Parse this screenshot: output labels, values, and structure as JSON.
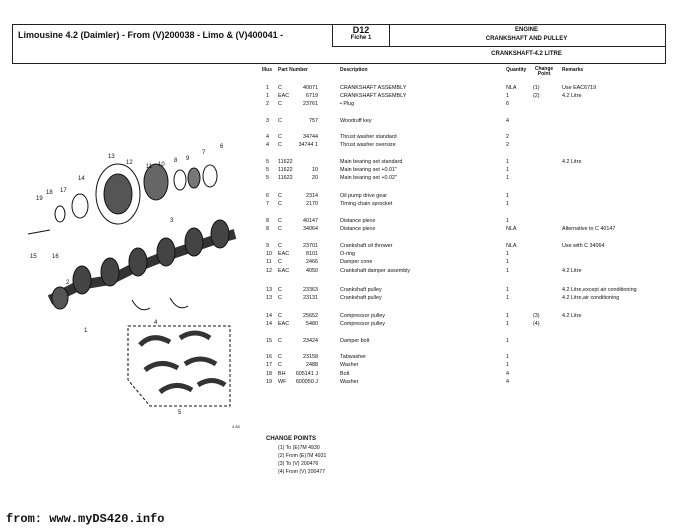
{
  "header": {
    "title": "Limousine 4.2 (Daimler) - From (V)200038 - Limo & (V)400041 -",
    "code": "D12",
    "fiche": "Fiche 1",
    "section": "ENGINE",
    "group": "CRANKSHAFT AND PULLEY",
    "subtitle": "CRANKSHAFT-4.2 LITRE"
  },
  "columns": {
    "illus": "Illus",
    "part_number": "Part Number",
    "description": "Description",
    "quantity": "Quantity",
    "change_point": "Change Point",
    "remarks": "Remarks"
  },
  "rows": [
    {
      "illus": "1",
      "pfx": "C",
      "num": "40071",
      "desc": "CRANKSHAFT ASSEMBLY",
      "qty": "NLA",
      "cp": "(1)",
      "rem": "Use EAC6719"
    },
    {
      "illus": "1",
      "pfx": "EAC",
      "num": "6719",
      "desc": "CRANKSHAFT ASSEMBLY",
      "qty": "1",
      "cp": "(2)",
      "rem": "4.2 Litre"
    },
    {
      "illus": "2",
      "pfx": "C",
      "num": "23761",
      "desc": "• Plug",
      "qty": "6",
      "cp": "",
      "rem": ""
    },
    {
      "illus": "3",
      "pfx": "C",
      "num": "757",
      "desc": "Woodruff key",
      "qty": "4",
      "cp": "",
      "rem": ""
    },
    {
      "illus": "4",
      "pfx": "C",
      "num": "34744",
      "desc": "Thrust washer standard",
      "qty": "2",
      "cp": "",
      "rem": ""
    },
    {
      "illus": "4",
      "pfx": "C",
      "num": "34744 1",
      "desc": "Thrust washer oversize",
      "qty": "2",
      "cp": "",
      "rem": ""
    },
    {
      "illus": "5",
      "pfx": "11622",
      "num": "",
      "desc": "Main bearing set standard",
      "qty": "1",
      "cp": "",
      "rem": "4.2 Litre"
    },
    {
      "illus": "5",
      "pfx": "11622",
      "num": "10",
      "desc": "Main bearing set +0.01\"",
      "qty": "1",
      "cp": "",
      "rem": ""
    },
    {
      "illus": "5",
      "pfx": "11622",
      "num": "20",
      "desc": "Main bearing set +0.02\"",
      "qty": "1",
      "cp": "",
      "rem": ""
    },
    {
      "illus": "6",
      "pfx": "C",
      "num": "2314",
      "desc": "Oil pump drive gear",
      "qty": "1",
      "cp": "",
      "rem": ""
    },
    {
      "illus": "7",
      "pfx": "C",
      "num": "2170",
      "desc": "Timing chain sprocket",
      "qty": "1",
      "cp": "",
      "rem": ""
    },
    {
      "illus": "8",
      "pfx": "C",
      "num": "40147",
      "desc": "Distance piece",
      "qty": "1",
      "cp": "",
      "rem": ""
    },
    {
      "illus": "8",
      "pfx": "C",
      "num": "34064",
      "desc": "Distance piece",
      "qty": "NLA",
      "cp": "",
      "rem": "Alternative to C 40147"
    },
    {
      "illus": "9",
      "pfx": "C",
      "num": "23701",
      "desc": "Crankshaft oil thrower",
      "qty": "NLA",
      "cp": "",
      "rem": "Use with C 34064"
    },
    {
      "illus": "10",
      "pfx": "EAC",
      "num": "8101",
      "desc": "O-ring",
      "qty": "1",
      "cp": "",
      "rem": ""
    },
    {
      "illus": "11",
      "pfx": "C",
      "num": "2466",
      "desc": "Damper cone",
      "qty": "1",
      "cp": "",
      "rem": ""
    },
    {
      "illus": "12",
      "pfx": "EAC",
      "num": "4050",
      "desc": "Crankshaft damper assembly",
      "qty": "1",
      "cp": "",
      "rem": "4.2 Litre"
    },
    {
      "illus": "13",
      "pfx": "C",
      "num": "23363",
      "desc": "Crankshaft pulley",
      "qty": "1",
      "cp": "",
      "rem": "4.2 Litre,except air conditioning"
    },
    {
      "illus": "13",
      "pfx": "C",
      "num": "23131",
      "desc": "Crankshaft pulley",
      "qty": "1",
      "cp": "",
      "rem": "4.2 Litre,air conditioning"
    },
    {
      "illus": "14",
      "pfx": "C",
      "num": "25652",
      "desc": "Compressor pulley",
      "qty": "1",
      "cp": "(3)",
      "rem": "4.2 Litre"
    },
    {
      "illus": "14",
      "pfx": "EAC",
      "num": "5480",
      "desc": "Compressor pulley",
      "qty": "1",
      "cp": "(4)",
      "rem": ""
    },
    {
      "illus": "15",
      "pfx": "C",
      "num": "23424",
      "desc": "Damper bolt",
      "qty": "1",
      "cp": "",
      "rem": ""
    },
    {
      "illus": "16",
      "pfx": "C",
      "num": "23158",
      "desc": "Tabwasher",
      "qty": "1",
      "cp": "",
      "rem": ""
    },
    {
      "illus": "17",
      "pfx": "C",
      "num": "2488",
      "desc": "Washer",
      "qty": "1",
      "cp": "",
      "rem": ""
    },
    {
      "illus": "18",
      "pfx": "BH",
      "num": "605141 J",
      "desc": "Bolt",
      "qty": "4",
      "cp": "",
      "rem": ""
    },
    {
      "illus": "19",
      "pfx": "WF",
      "num": "600050 J",
      "desc": "Washer",
      "qty": "4",
      "cp": "",
      "rem": ""
    }
  ],
  "change_points": {
    "title": "CHANGE POINTS",
    "items": [
      "(1) To (E)7M 4930",
      "(2) From (E)7M 4931",
      "(3) To (V) 200476",
      "(4) From (V) 200477"
    ]
  },
  "diagram": {
    "callouts": [
      "19",
      "18",
      "17",
      "14",
      "13",
      "12",
      "11",
      "10",
      "8",
      "9",
      "7",
      "6",
      "3",
      "15",
      "16",
      "2",
      "1",
      "4",
      "5"
    ]
  },
  "image_mark": "4 83",
  "footer": "from: www.myDS420.info"
}
